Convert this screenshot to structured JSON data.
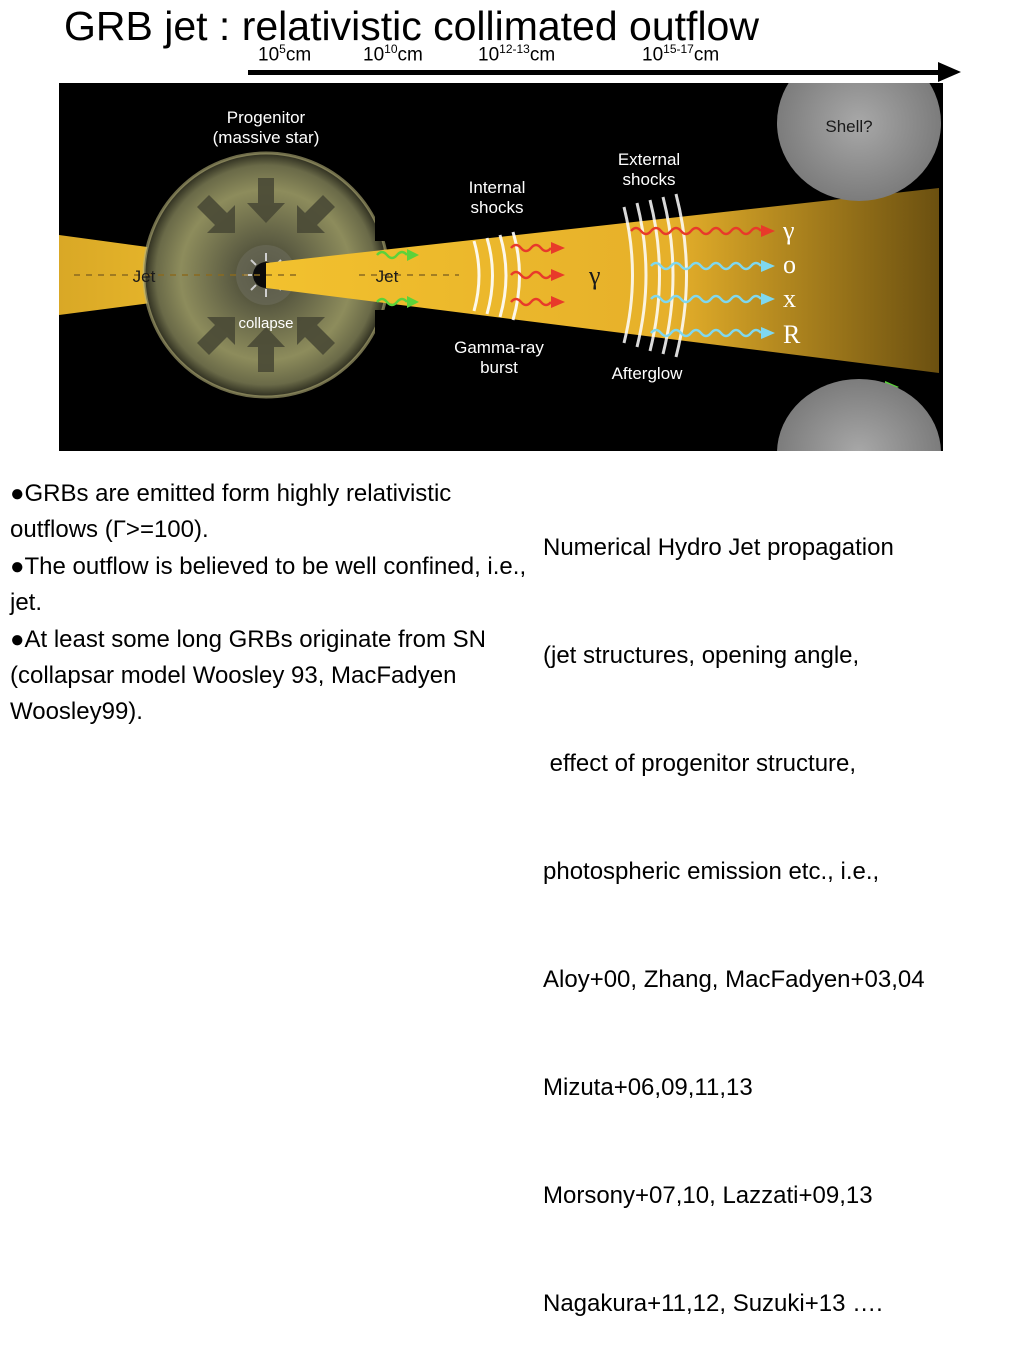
{
  "title": "GRB jet : relativistic collimated outflow",
  "scale": [
    {
      "base": "10",
      "exp": "5",
      "unit": "cm"
    },
    {
      "base": "10",
      "exp": "10",
      "unit": "cm"
    },
    {
      "base": "10",
      "exp": "12-13",
      "unit": "cm"
    },
    {
      "base": "10",
      "exp": "15-17",
      "unit": "cm"
    }
  ],
  "figure": {
    "progenitor": "Progenitor",
    "progenitor_sub": "(massive star)",
    "collapse": "collapse",
    "jet_left": "Jet",
    "jet_center": "Jet",
    "internal_1": "Internal",
    "internal_2": "shocks",
    "external_1": "External",
    "external_2": "shocks",
    "gamma_ray_1": "Gamma-ray",
    "gamma_ray_2": "burst",
    "afterglow": "Afterglow",
    "shell": "Shell?",
    "gamma_mid": "γ",
    "bands": [
      "γ",
      "o",
      "x",
      "R"
    ],
    "colors": {
      "background": "#000000",
      "jet": "#f2c12e",
      "gamma": "#e83a2a",
      "afterglow": "#7fd8f0",
      "green": "#5cd23a",
      "shell": "#9a9a9a"
    }
  },
  "left_text": [
    "●GRBs are emitted form highly relativistic outflows (Γ>=100).",
    "●The outflow is believed to be well confined, i.e., jet.",
    "●At least some long GRBs originate from SN (collapsar model Woosley 93, MacFadyen Woosley99)."
  ],
  "right_text": [
    "Numerical Hydro Jet propagation",
    "(jet structures, opening angle,",
    " effect of progenitor structure,",
    "photospheric emission etc., i.e.,",
    "Aloy+00, Zhang, MacFadyen+03,04",
    "Mizuta+06,09,11,13",
    "Morsony+07,10, Lazzati+09,13",
    "Nagakura+11,12, Suzuki+13 …."
  ]
}
